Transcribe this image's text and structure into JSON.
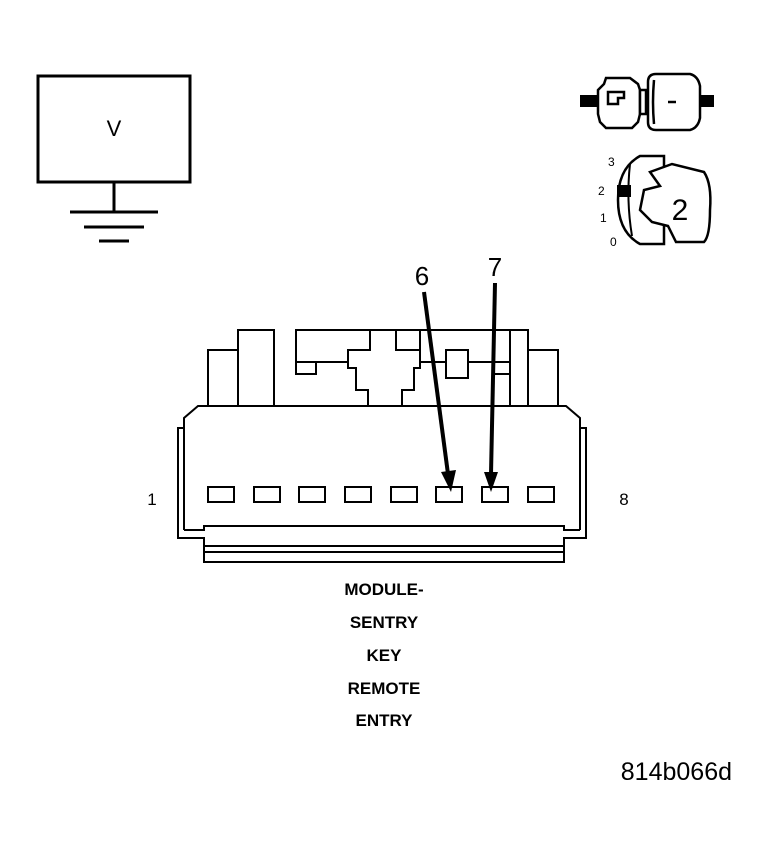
{
  "voltmeter": {
    "symbol": "V"
  },
  "ignition": {
    "positions": [
      "3",
      "2",
      "1",
      "0"
    ],
    "selected_position": "2"
  },
  "connector": {
    "pin_count": 8,
    "first_pin_label": "1",
    "last_pin_label": "8",
    "probed_pins": [
      "6",
      "7"
    ]
  },
  "component_label": [
    "MODULE-",
    "SENTRY",
    "KEY",
    "REMOTE",
    "ENTRY"
  ],
  "figure_id": "814b066d"
}
